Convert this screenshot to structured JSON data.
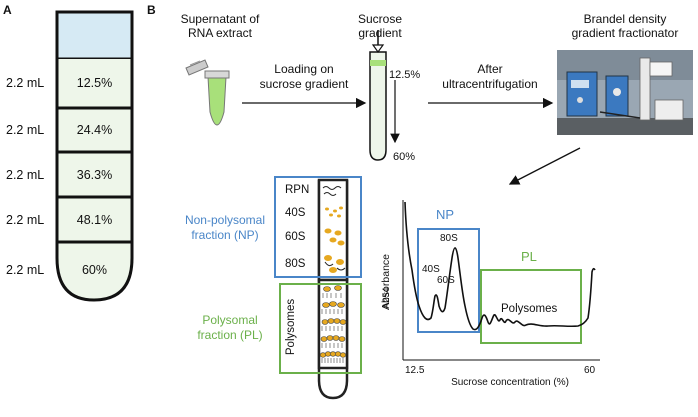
{
  "panels": {
    "a": "A",
    "b": "B"
  },
  "tube_a": {
    "volumes": [
      "2.2 mL",
      "2.2 mL",
      "2.2 mL",
      "2.2 mL",
      "2.2 mL"
    ],
    "percents": [
      "12.5%",
      "24.4%",
      "36.3%",
      "48.1%",
      "60%"
    ]
  },
  "panel_b": {
    "step1": {
      "label_line1": "Supernatant of",
      "label_line2": "RNA extract"
    },
    "arrow1": {
      "line1": "Loading on",
      "line2": "sucrose gradient"
    },
    "step2": {
      "label_line1": "Sucrose",
      "label_line2": "gradient",
      "top_pct": "12.5%",
      "bottom_pct": "60%"
    },
    "arrow2": {
      "line1": "After",
      "line2": "ultracentrifugation"
    },
    "step3": {
      "label_line1": "Brandel density",
      "label_line2": "gradient fractionator"
    },
    "fractions": {
      "np_line1": "Non-polysomal",
      "np_line2": "fraction (NP)",
      "pl_line1": "Polysomal",
      "pl_line2": "fraction (PL)",
      "tube_labels": [
        "RPN",
        "40S",
        "60S",
        "80S"
      ],
      "polysomes": "Polysomes"
    },
    "profile": {
      "ylabel": "Absorbance",
      "ysub": "A254",
      "xlabel": "Sucrose concentration (%)",
      "x_start": "12.5",
      "x_end": "60",
      "np": "NP",
      "pl": "PL",
      "peaks": [
        "80S",
        "40S",
        "60S"
      ],
      "polysomes": "Polysomes"
    }
  },
  "colors": {
    "np_box": "#4a86c8",
    "pl_box": "#6bb04a",
    "tube_fill": "#eef6ea",
    "tube_top": "#d6eaf4",
    "ribosome": "#e6a820",
    "liquid": "#a8e07a"
  }
}
